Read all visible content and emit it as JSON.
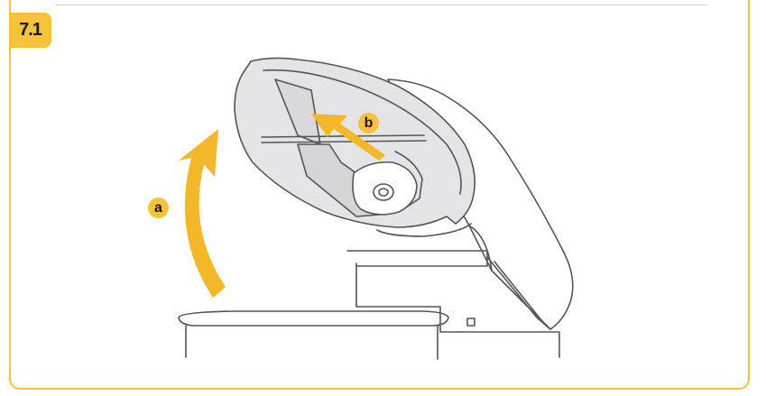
{
  "step": {
    "number": "7.1"
  },
  "callouts": {
    "a": "a",
    "b": "b"
  },
  "colors": {
    "accent": "#f5c23a",
    "line": "#555555",
    "lid_fill": "#e4e4e6",
    "rule": "#cfcfcf"
  },
  "icons": {
    "arrow_a": "curved-lift-arrow-icon",
    "arrow_b": "straight-pull-arrow-icon"
  }
}
